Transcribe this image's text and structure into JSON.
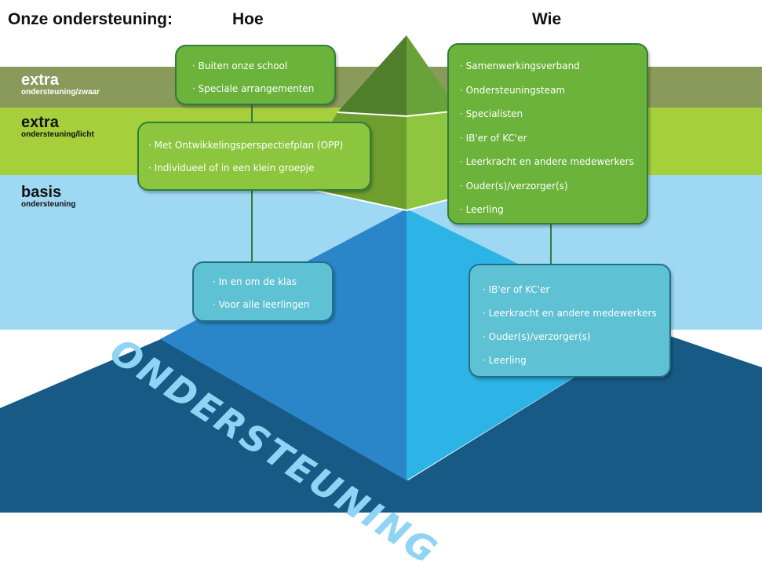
{
  "headers": {
    "title": "Onze ondersteuning:",
    "hoe": "Hoe",
    "wie": "Wie"
  },
  "levels": [
    {
      "title": "extra",
      "subtitle": "ondersteuning/zwaar",
      "color": "#8a9a5b"
    },
    {
      "title": "extra",
      "subtitle": "ondersteuning/licht",
      "color": "#a6cf3c"
    },
    {
      "title": "basis",
      "subtitle": "ondersteuning",
      "color": "#9fd8f2"
    }
  ],
  "hoe_boxes": [
    {
      "items": [
        "Buiten onze school",
        "Speciale arrangementen"
      ]
    },
    {
      "items": [
        "Met Ontwikkelingsperspectiefplan (OPP)",
        "Individueel of in een klein groepje"
      ]
    },
    {
      "items": [
        "In en om de klas",
        "Voor alle leerlingen"
      ]
    }
  ],
  "wie_boxes": [
    {
      "items": [
        "Samenwerkingsverband",
        "Ondersteuningsteam",
        "Specialisten",
        "IB'er of KC'er",
        "Leerkracht en andere medewerkers",
        "Ouder(s)/verzorger(s)",
        "Leerling"
      ]
    },
    {
      "items": [
        "IB'er of KC'er",
        "Leerkracht en andere medewerkers",
        "Ouder(s)/verzorger(s)",
        "Leerling"
      ]
    }
  ],
  "pyramid_text": "ONDERSTEUNING",
  "colors": {
    "heavy_band": "#8a9a5b",
    "light_band": "#a6cf3c",
    "basis_band": "#9fd8f2",
    "floor": "#175a86",
    "pyramid_left": "#2a86c8",
    "pyramid_right": "#2db4e6",
    "box_green_dark": "#6bb33a",
    "box_green_light": "#8cc63f",
    "box_blue": "#5ec1d4"
  }
}
